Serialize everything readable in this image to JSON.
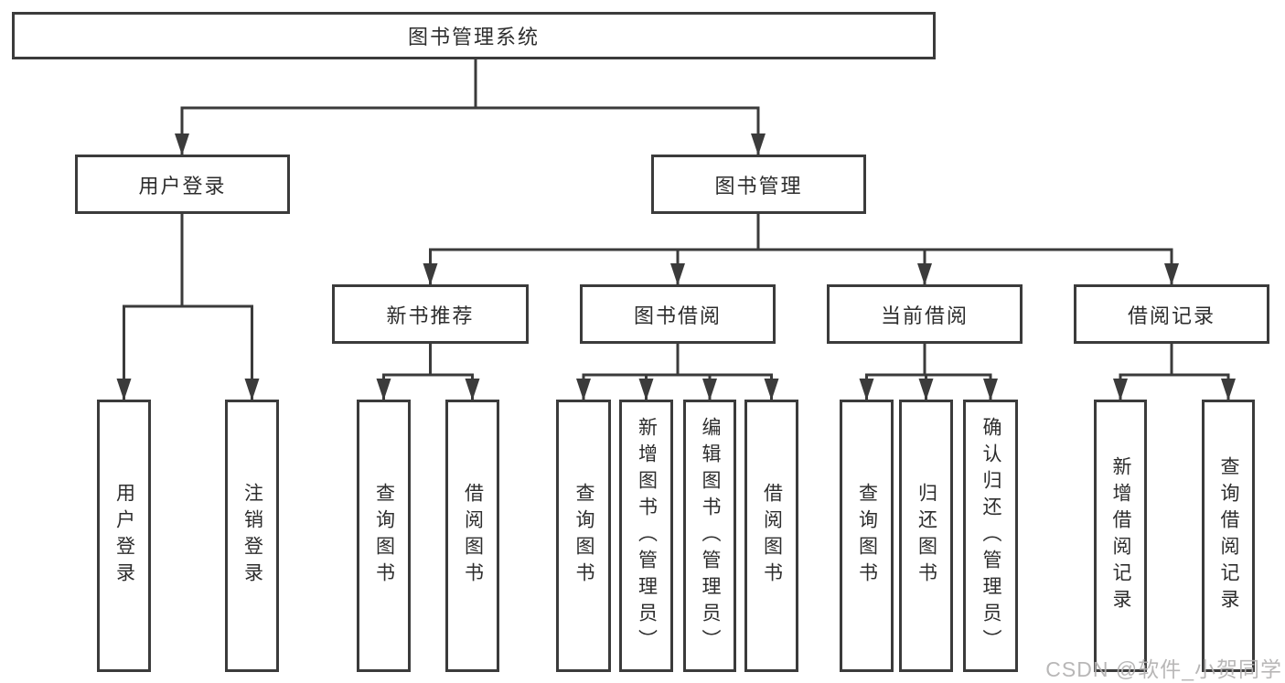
{
  "tree": {
    "label": "图书管理系统",
    "children": [
      {
        "label": "用户登录",
        "children": [
          {
            "label": "用户登录"
          },
          {
            "label": "注销登录"
          }
        ]
      },
      {
        "label": "图书管理",
        "children": [
          {
            "label": "新书推荐",
            "children": [
              {
                "label": "查询图书"
              },
              {
                "label": "借阅图书"
              }
            ]
          },
          {
            "label": "图书借阅",
            "children": [
              {
                "label": "查询图书"
              },
              {
                "label": "新增图书（管理员）"
              },
              {
                "label": "编辑图书（管理员）"
              },
              {
                "label": "借阅图书"
              }
            ]
          },
          {
            "label": "当前借阅",
            "children": [
              {
                "label": "查询图书"
              },
              {
                "label": "归还图书"
              },
              {
                "label": "确认归还（管理员）"
              }
            ]
          },
          {
            "label": "借阅记录",
            "children": [
              {
                "label": "新增借阅记录"
              },
              {
                "label": "查询借阅记录"
              }
            ]
          }
        ]
      }
    ]
  },
  "watermark": "CSDN @软件_小贺同学",
  "colors": {
    "line": "#3b3b3b",
    "text": "#2d2d2d",
    "watermark": "#b3b1b1",
    "background": "#ffffff"
  }
}
